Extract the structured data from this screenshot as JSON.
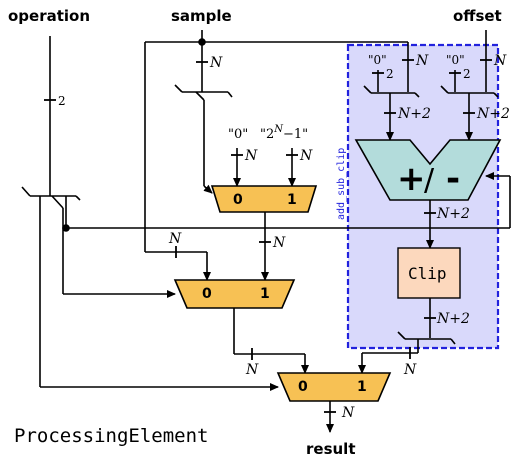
{
  "title": "ProcessingElement",
  "inputs": {
    "operation": "operation",
    "sample": "sample",
    "offset": "offset"
  },
  "output": "result",
  "constants": {
    "zero": "\"0\"",
    "max_prefix": "\"2",
    "max_exp": "N",
    "max_suffix": "−1\""
  },
  "widths": {
    "N": "N",
    "two": "2",
    "N2": "N+2"
  },
  "mux_labels": {
    "in0": "0",
    "in1": "1"
  },
  "block": {
    "name": "add_sub_clip",
    "addsub_plus": "+",
    "addsub_slash": "/",
    "addsub_minus": "-",
    "clip": "Clip"
  },
  "colors": {
    "mux_fill": "#f7c154",
    "addsub_fill": "#b3dcdb",
    "clip_fill": "#fcd8bd",
    "block_fill": "#d9d9fb",
    "block_border": "#2222dd"
  }
}
